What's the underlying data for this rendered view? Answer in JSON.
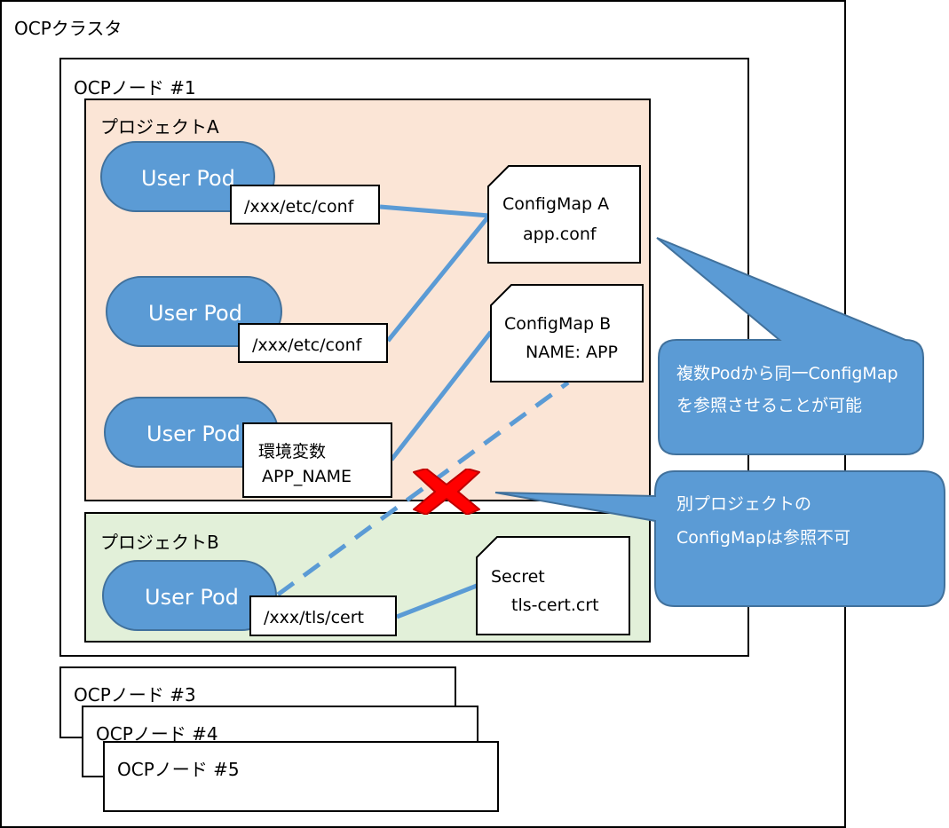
{
  "cluster": {
    "label": "OCPクラスタ"
  },
  "node1": {
    "label": "OCPノード #1"
  },
  "project_a": {
    "label": "プロジェクトA",
    "pods": [
      {
        "label": "User Pod",
        "mount": "/xxx/etc/conf"
      },
      {
        "label": "User Pod",
        "mount": "/xxx/etc/conf"
      },
      {
        "label": "User Pod",
        "env_title": "環境変数",
        "env_name": "APP_NAME"
      }
    ],
    "configmap_a": {
      "title": "ConfigMap A",
      "content": "app.conf"
    },
    "configmap_b": {
      "title": "ConfigMap B",
      "content": "NAME: APP"
    }
  },
  "project_b": {
    "label": "プロジェクトB",
    "pod": {
      "label": "User Pod",
      "mount": "/xxx/tls/cert"
    },
    "secret": {
      "title": "Secret",
      "content": "tls-cert.crt"
    }
  },
  "callouts": {
    "shared": {
      "line1": "複数Podから同一ConfigMap",
      "line2": "を参照させることが可能"
    },
    "cross_project": {
      "line1": "別プロジェクトの",
      "line2": "ConfigMapは参照不可"
    }
  },
  "other_nodes": [
    {
      "label": "OCPノード #3"
    },
    {
      "label": "OCPノード #4"
    },
    {
      "label": "OCPノード #5"
    }
  ],
  "colors": {
    "pod_fill": "#5b9bd5",
    "link_line": "#5b9bd5",
    "project_a_fill": "#fbe5d6",
    "project_b_fill": "#e2f0d9",
    "deny_mark": "#ff0000"
  }
}
